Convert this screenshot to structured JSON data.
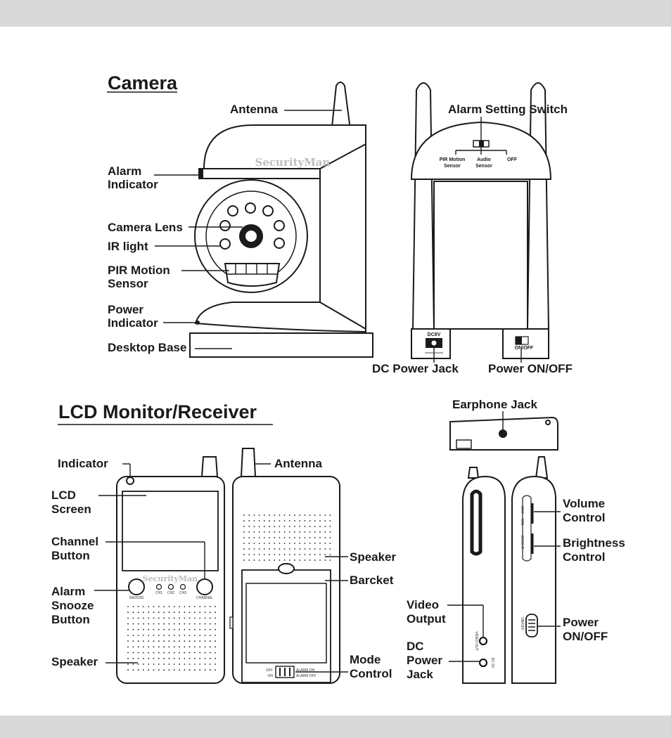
{
  "camera": {
    "title": "Camera",
    "brand": "SecurityMan",
    "labels": {
      "antenna": "Antenna",
      "alarm_indicator_1": "Alarm",
      "alarm_indicator_2": "Indicator",
      "camera_lens": "Camera Lens",
      "ir_light": "IR light",
      "pir_1": "PIR Motion",
      "pir_2": "Sensor",
      "power_indicator_1": "Power",
      "power_indicator_2": "Indicator",
      "desktop_base": "Desktop Base",
      "alarm_setting_switch": "Alarm Setting Switch",
      "dc_power_jack": "DC Power Jack",
      "power_on_off": "Power ON/OFF"
    },
    "switch_options": {
      "pir_1": "PIR Motion",
      "pir_2": "Sensor",
      "audio_1": "Audio",
      "audio_2": "Sensor",
      "off": "OFF"
    },
    "dc_label": "DC8V",
    "on_off_label": "ON/OFF"
  },
  "receiver": {
    "title": "LCD Monitor/Receiver",
    "brand": "SecurityMan",
    "labels": {
      "indicator": "Indicator",
      "lcd_1": "LCD",
      "lcd_2": "Screen",
      "channel_1": "Channel",
      "channel_2": "Button",
      "alarm_1": "Alarm",
      "alarm_2": "Snooze",
      "alarm_3": "Button",
      "speaker_left": "Speaker",
      "antenna": "Antenna",
      "speaker_back": "Speaker",
      "barcket": "Barcket",
      "mode_1": "Mode",
      "mode_2": "Control",
      "earphone_jack": "Earphone Jack",
      "video_1": "Video",
      "video_2": "Output",
      "dc_1": "DC",
      "dc_2": "Power",
      "dc_3": "Jack",
      "volume_1": "Volume",
      "volume_2": "Control",
      "brightness_1": "Brightness",
      "brightness_2": "Control",
      "power_1": "Power",
      "power_2": "ON/OFF"
    },
    "front_small": {
      "snooze": "SNOOZE",
      "ch1": "CH1",
      "ch2": "CH2",
      "ch3": "CH3",
      "channel": "CHANNEL"
    },
    "mode_small": {
      "off": "OFF",
      "on": "ON",
      "alarm_on": "ALARM ON",
      "alarm_off": "ALARM OFF"
    },
    "side_small": {
      "max": "MAX",
      "min": "MIN",
      "bright": "BRIGHT",
      "onoff": "ON/OFF",
      "video_out": "VIDEO OUT",
      "dc6v": "DC 6V"
    }
  },
  "colors": {
    "band": "#d9d9d9",
    "ink": "#1a1a1a",
    "background": "#ffffff"
  }
}
